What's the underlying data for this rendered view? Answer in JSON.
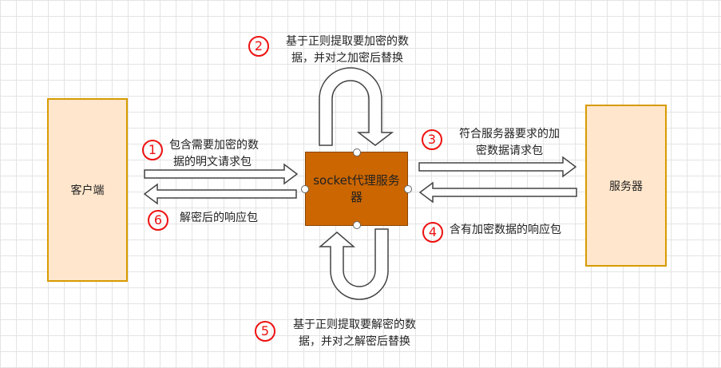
{
  "nodes": {
    "client": "客户端",
    "server": "服务器",
    "proxy": "socket代理服务器"
  },
  "steps": [
    {
      "num": "1",
      "line1": "包含需要加密的数",
      "line2": "据的明文请求包"
    },
    {
      "num": "2",
      "line1": "基于正则提取要加密的数",
      "line2": "据，并对之加密后替换"
    },
    {
      "num": "3",
      "line1": "符合服务器要求的加",
      "line2": "密数据请求包"
    },
    {
      "num": "4",
      "line1": "含有加密数据的响应包",
      "line2": ""
    },
    {
      "num": "5",
      "line1": "基于正则提取要解密的数",
      "line2": "据，并对之解密后替换"
    },
    {
      "num": "6",
      "line1": "解密后的响应包",
      "line2": ""
    }
  ],
  "colors": {
    "node_fill": "#ffe6cc",
    "node_stroke": "#d79b00",
    "proxy_fill": "#cc6600",
    "number_color": "#ee1111"
  }
}
